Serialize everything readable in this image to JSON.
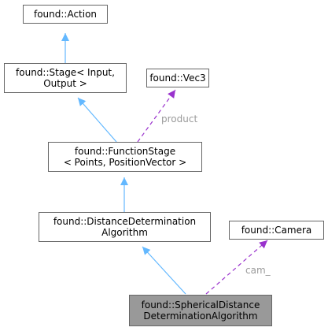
{
  "nodes": {
    "action": {
      "label": "found::Action"
    },
    "stage": {
      "line1": "found::Stage< Input,",
      "line2": "Output >"
    },
    "vec3": {
      "label": "found::Vec3"
    },
    "function_stage": {
      "line1": "found::FunctionStage",
      "line2": "< Points, PositionVector >"
    },
    "distance_algo": {
      "line1": "found::DistanceDetermination",
      "line2": "Algorithm"
    },
    "camera": {
      "label": "found::Camera"
    },
    "spherical_algo": {
      "line1": "found::SphericalDistance",
      "line2": "DeterminationAlgorithm"
    }
  },
  "edges": {
    "product_label": "product",
    "cam_label": "cam_"
  },
  "colors": {
    "inheritance": "#63b8ff",
    "usage": "#9a32cd",
    "current_node_fill": "#999999",
    "node_border": "#666666"
  }
}
